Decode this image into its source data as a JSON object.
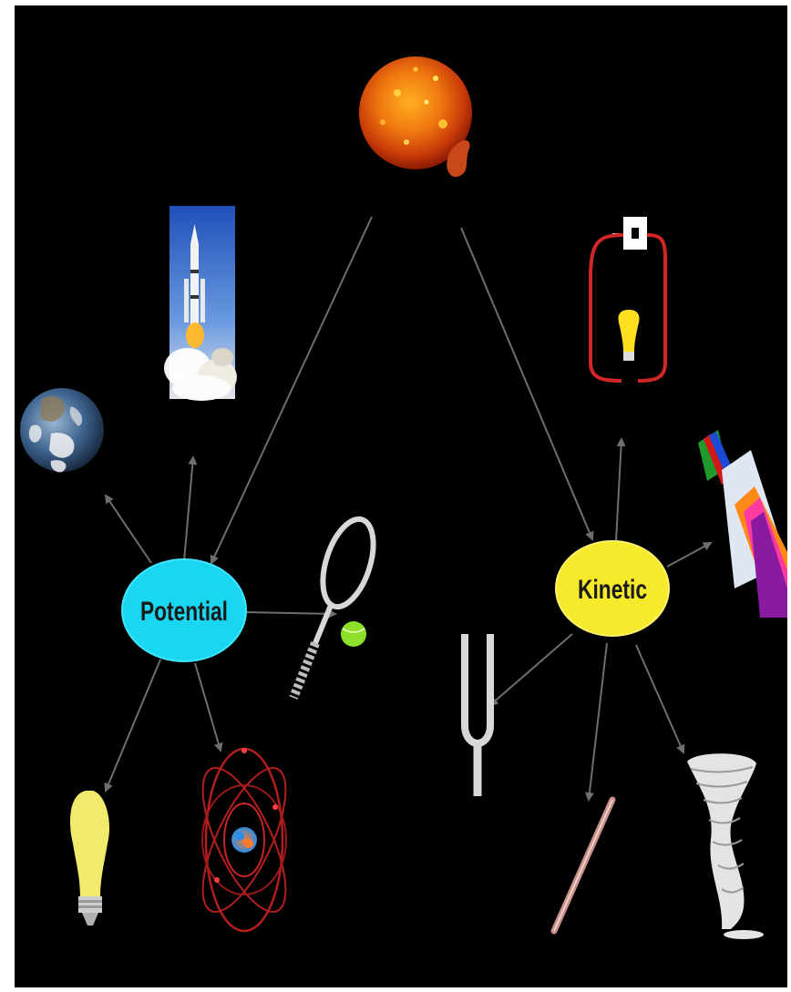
{
  "diagram": {
    "background": "#000000",
    "edge_color": "#6e6e6e",
    "nodes": [
      {
        "id": "potential",
        "label": "Potential",
        "color": "#1ad6f0",
        "text_color": "#1a1a1a"
      },
      {
        "id": "kinetic",
        "label": "Kinetic",
        "color": "#f7ea2c",
        "text_color": "#1a1a1a"
      }
    ],
    "pictures": [
      {
        "id": "sun",
        "icon": "sun-icon"
      },
      {
        "id": "rocket",
        "icon": "rocket-launch-icon"
      },
      {
        "id": "earth",
        "icon": "earth-icon"
      },
      {
        "id": "racket",
        "icon": "tennis-racket-icon"
      },
      {
        "id": "bulb",
        "icon": "light-bulb-icon"
      },
      {
        "id": "atom",
        "icon": "atom-icon"
      },
      {
        "id": "circuit",
        "icon": "circuit-bulb-icon"
      },
      {
        "id": "prism",
        "icon": "prism-icon"
      },
      {
        "id": "fork",
        "icon": "tuning-fork-icon"
      },
      {
        "id": "rod",
        "icon": "heating-rod-icon"
      },
      {
        "id": "tornado",
        "icon": "tornado-icon"
      }
    ],
    "edges": [
      {
        "from": "sun",
        "to": "potential"
      },
      {
        "from": "sun",
        "to": "kinetic"
      },
      {
        "from": "potential",
        "to": "earth"
      },
      {
        "from": "potential",
        "to": "rocket"
      },
      {
        "from": "potential",
        "to": "racket"
      },
      {
        "from": "potential",
        "to": "bulb"
      },
      {
        "from": "potential",
        "to": "atom"
      },
      {
        "from": "kinetic",
        "to": "circuit"
      },
      {
        "from": "kinetic",
        "to": "prism"
      },
      {
        "from": "kinetic",
        "to": "fork"
      },
      {
        "from": "kinetic",
        "to": "rod"
      },
      {
        "from": "kinetic",
        "to": "tornado"
      }
    ]
  }
}
